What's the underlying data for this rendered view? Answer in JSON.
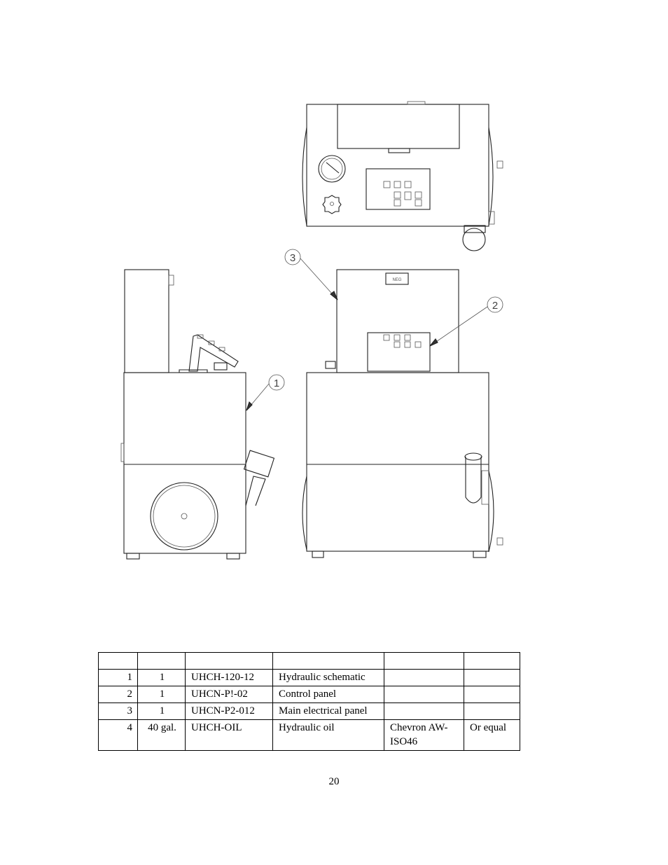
{
  "drawing": {
    "callouts": [
      "1",
      "2",
      "3"
    ],
    "gauge_label": "NEG"
  },
  "parts_table": {
    "header": [
      "",
      "",
      "",
      "",
      "",
      ""
    ],
    "rows": [
      {
        "item": "1",
        "qty": "1",
        "part_no": "UHCH-120-12",
        "description": "Hydraulic schematic",
        "manufacturer": "",
        "note": ""
      },
      {
        "item": "2",
        "qty": "1",
        "part_no": "UHCN-P!-02",
        "description": "Control panel",
        "manufacturer": "",
        "note": ""
      },
      {
        "item": "3",
        "qty": "1",
        "part_no": "UHCN-P2-012",
        "description": "Main electrical panel",
        "manufacturer": "",
        "note": ""
      },
      {
        "item": "4",
        "qty": "40 gal.",
        "part_no": "UHCH-OIL",
        "description": "Hydraulic oil",
        "manufacturer": "Chevron AW-ISO46",
        "note": "Or equal"
      }
    ]
  },
  "page_number": "20"
}
